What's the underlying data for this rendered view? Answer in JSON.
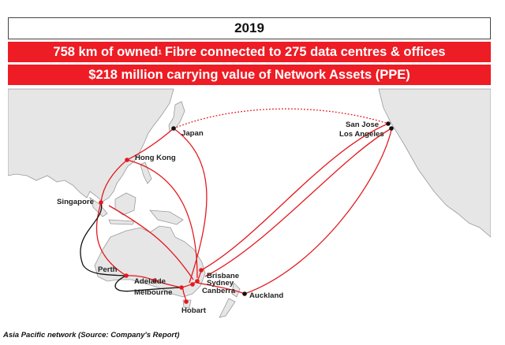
{
  "header": {
    "year": "2019",
    "banner1": {
      "text_a": "758 km of owned",
      "sup": "1",
      "text_b": "Fibre connected to 275 data centres & offices"
    },
    "banner2": "$218 million carrying value of Network Assets (PPE)"
  },
  "map": {
    "cities": {
      "japan": "Japan",
      "hong_kong": "Hong Kong",
      "singapore": "Singapore",
      "perth": "Perth",
      "adelaide": "Adelaide",
      "melbourne": "Melbourne",
      "brisbane": "Brisbane",
      "sydney": "Sydney",
      "canberra": "Canberra",
      "hobart": "Hobart",
      "auckland": "Auckland",
      "san_jose": "San Jose",
      "los_angeles": "Los Angeles"
    },
    "colors": {
      "cable_red": "#e3191f",
      "cable_black": "#111111",
      "land": "#e6e6e6",
      "coast": "#9a9a9a"
    }
  },
  "caption": "Asia Pacific network (Source: Company's Report)"
}
